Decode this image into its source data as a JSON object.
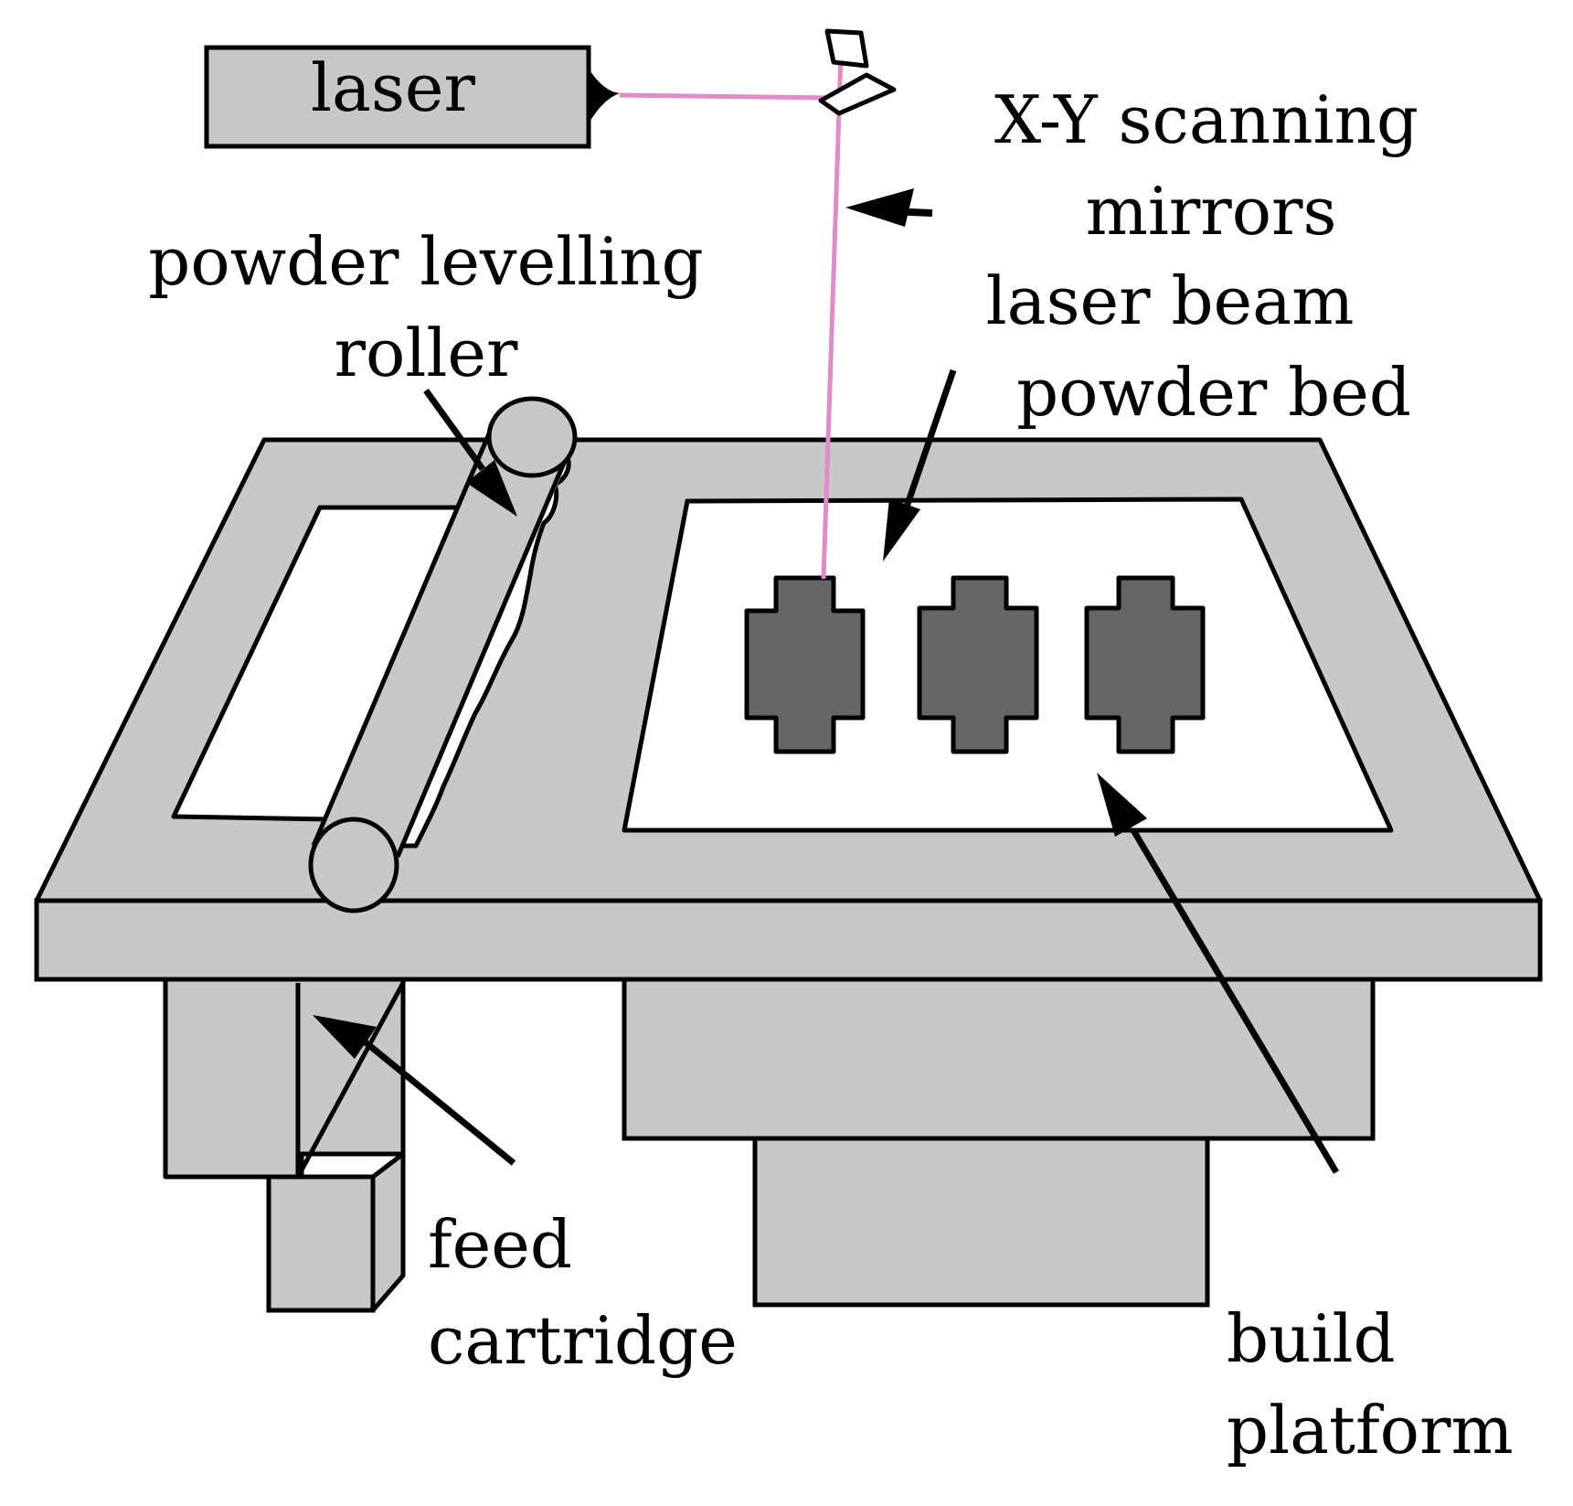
{
  "labels": {
    "laser": "laser",
    "xy_mirrors_line1": "X-Y scanning",
    "xy_mirrors_line2": "mirrors",
    "laser_beam": "laser beam",
    "powder_bed": "powder bed",
    "roller_line1": "powder levelling",
    "roller_line2": "roller",
    "feed_line1": "feed",
    "feed_line2": "cartridge",
    "build_line1": "build",
    "build_line2": "platform"
  },
  "colors": {
    "machine_fill": "#c8c8c8",
    "part_fill": "#666666",
    "beam": "#e08cc8",
    "outline": "#000000",
    "background": "#ffffff"
  }
}
